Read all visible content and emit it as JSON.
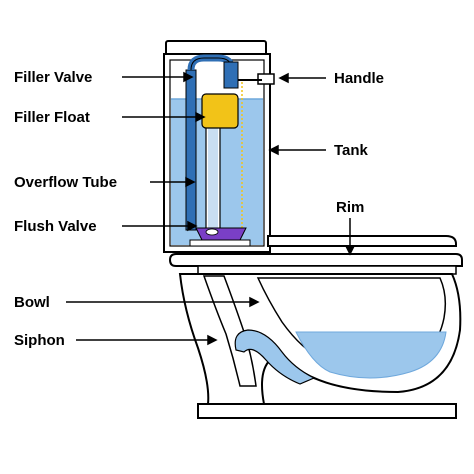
{
  "labels": {
    "filler_valve": "Filler Valve",
    "filler_float": "Filler Float",
    "overflow_tube": "Overflow Tube",
    "flush_valve": "Flush Valve",
    "bowl": "Bowl",
    "siphon": "Siphon",
    "handle": "Handle",
    "tank": "Tank",
    "rim": "Rim"
  },
  "colors": {
    "water": "#9cc7ec",
    "water_dark": "#6fa8dc",
    "float": "#f2c318",
    "flush_valve": "#7a3fc6",
    "outline": "#000000",
    "porcelain": "#ffffff",
    "filler_tube": "#2f6fb5"
  }
}
